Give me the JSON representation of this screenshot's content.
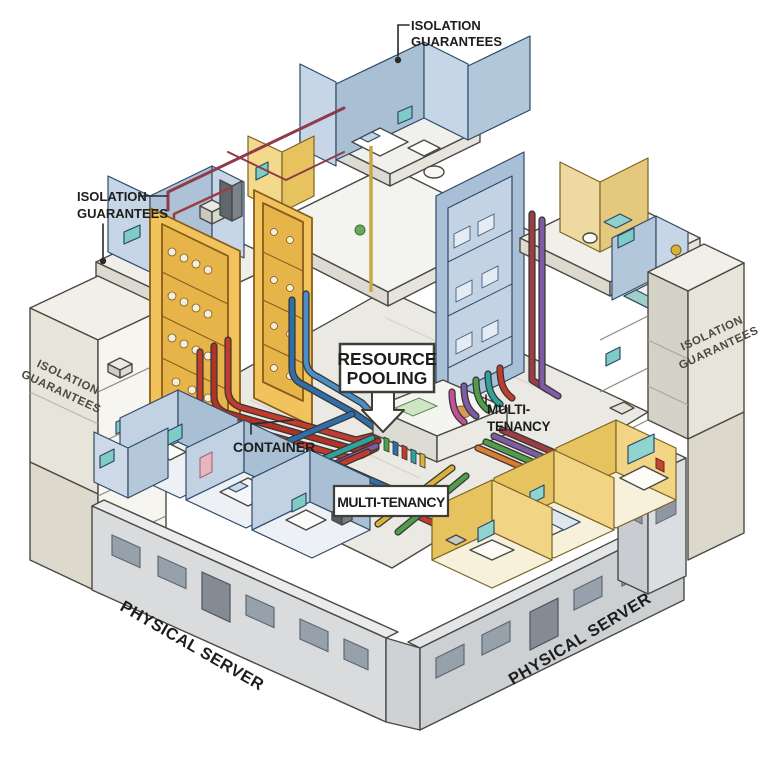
{
  "figure": {
    "type": "isometric-diagram",
    "concept": "Containerization / cloud concepts drawn as a cutaway physical-server building with shared resource pipes"
  },
  "labels": {
    "isolation_top": {
      "line1": "ISOLATION",
      "line2": "GUARANTEES"
    },
    "isolation_left": {
      "line1": "ISOLATION",
      "line2": "GUARANTEES"
    },
    "isolation_wall_left": {
      "line1": "ISOLATION",
      "line2": "GUARANTEES"
    },
    "isolation_wall_right": {
      "line1": "ISOLATION",
      "line2": "GUARANTEES"
    },
    "resource_pooling": {
      "line1": "RESOURCE",
      "line2": "POOLING"
    },
    "container": {
      "text": "CONTAINER"
    },
    "multi_tenancy_plain": {
      "line1": "MULTI-",
      "line2": "TENANCY"
    },
    "multi_tenancy_boxed": {
      "text": "MULTI-TENANCY"
    },
    "physical_server_left": {
      "text": "PHYSICAL SERVER"
    },
    "physical_server_right": {
      "text": "PHYSICAL SERVER"
    }
  },
  "palette": {
    "outline": "#4a4944",
    "wall_beige": "#e7e4d9",
    "wall_beige_shadow": "#d4d1c6",
    "base_gray": "#d9dbdd",
    "base_gray_dark": "#cdd0d3",
    "window": "#97a1ab",
    "room_blue_light": "#c2d2e2",
    "room_blue_dark": "#a9bfd4",
    "room_yellow_light": "#f1d584",
    "room_yellow_dark": "#e7c35f",
    "cabinet_yellow": "#f0c35d",
    "cabinet_inner": "#e7b44a",
    "rack_blue": "#a9bfd8",
    "floor": "#ebe9e3",
    "pipe_red": "#c23b2e",
    "pipe_dark_red": "#9c3d45",
    "pipe_orange": "#dd7b2f",
    "pipe_blue": "#2f6ea8",
    "pipe_light_blue": "#4a8fc7",
    "pipe_teal": "#2fa3a0",
    "pipe_green": "#4f9e4f",
    "pipe_purple": "#7d5ba6",
    "pipe_magenta": "#c2519b",
    "pipe_yellow": "#d9b23a",
    "label_text": "#1d1d1b",
    "wall_label_text": "#4b4a42",
    "monitor_teal": "#7fccc6"
  }
}
